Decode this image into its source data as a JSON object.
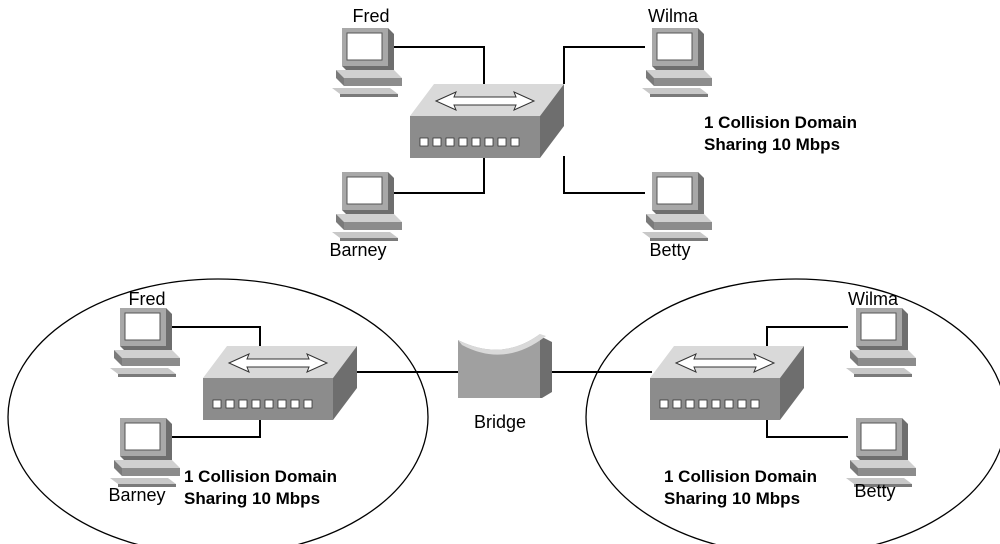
{
  "top": {
    "hosts": {
      "fred": "Fred",
      "wilma": "Wilma",
      "barney": "Barney",
      "betty": "Betty"
    },
    "domain_line1": "1 Collision Domain",
    "domain_line2": "Sharing 10 Mbps"
  },
  "left_domain": {
    "hosts": {
      "fred": "Fred",
      "barney": "Barney"
    },
    "domain_line1": "1 Collision Domain",
    "domain_line2": "Sharing 10 Mbps"
  },
  "right_domain": {
    "hosts": {
      "wilma": "Wilma",
      "betty": "Betty"
    },
    "domain_line1": "1 Collision Domain",
    "domain_line2": "Sharing 10 Mbps"
  },
  "bridge": {
    "label": "Bridge"
  },
  "colors": {
    "device_top": "#d9d9d9",
    "device_front": "#8c8c8c",
    "device_side": "#6e6e6e",
    "screen": "#ffffff"
  },
  "icons": {
    "hub": "hub-icon",
    "pc": "workstation-icon",
    "bridge": "bridge-icon"
  }
}
